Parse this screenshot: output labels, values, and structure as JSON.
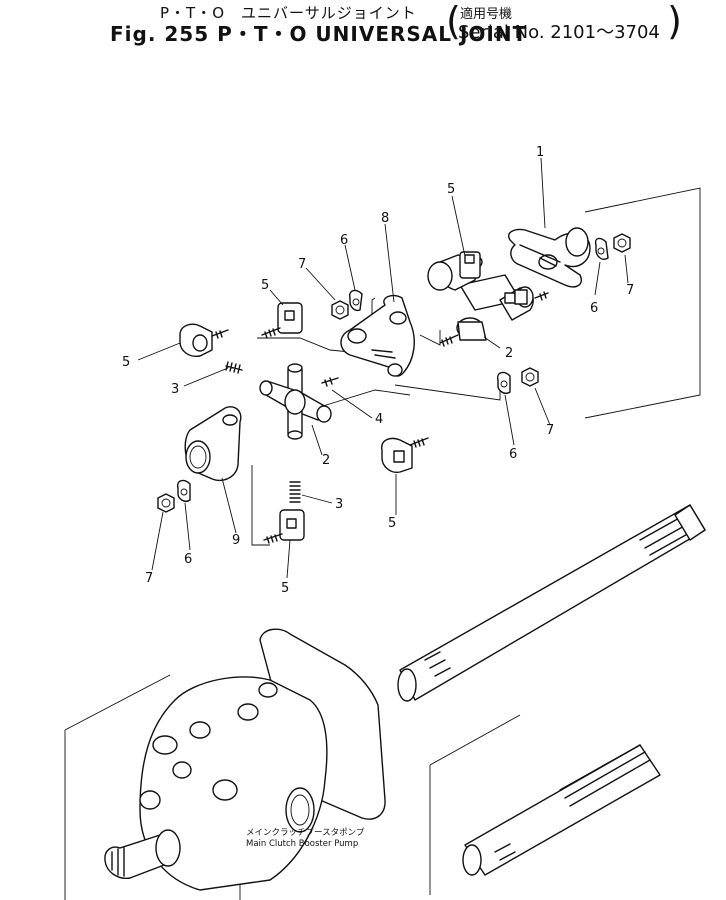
{
  "header": {
    "title_jp": "P・T・O　ユニバーサルジョイント",
    "fig_label": "Fig. 255",
    "title_en": "P・T・O UNIVERSAL JOINT",
    "serial_label_jp": "適用号機",
    "serial_en": "Serial No. 2101～3704"
  },
  "callouts": {
    "c1": "1",
    "c2a": "2",
    "c2b": "2",
    "c3a": "3",
    "c3b": "3",
    "c4": "4",
    "c5a": "5",
    "c5b": "5",
    "c5c": "5",
    "c5d": "5",
    "c5e": "5",
    "c6a": "6",
    "c6b": "6",
    "c6c": "6",
    "c6d": "6",
    "c7a": "7",
    "c7b": "7",
    "c7c": "7",
    "c7d": "7",
    "c8": "8",
    "c9": "9"
  },
  "pump_caption": {
    "jp": "メインクラッチブースタポンプ",
    "en": "Main Clutch Booster Pump"
  }
}
